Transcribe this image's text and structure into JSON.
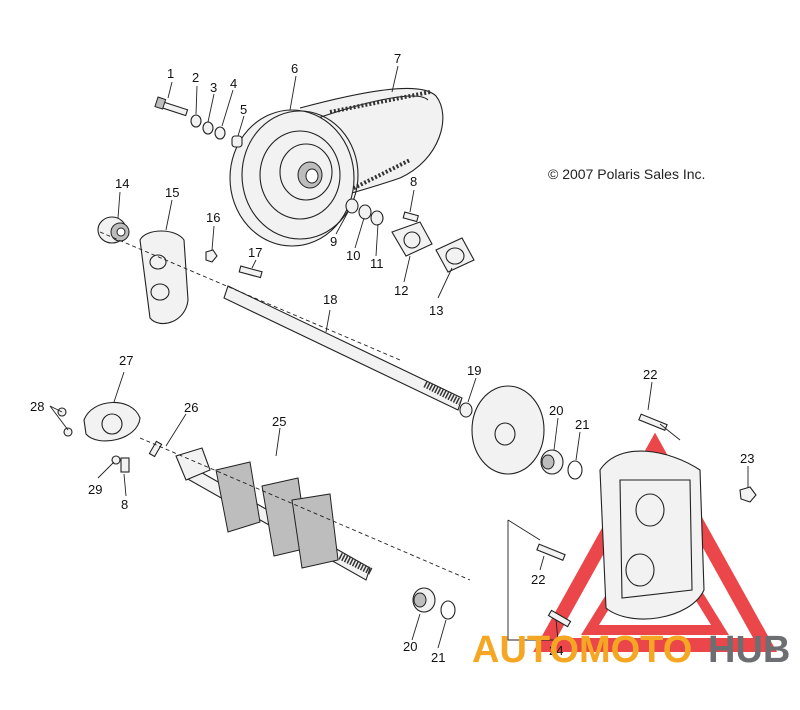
{
  "copyright": "© 2007 Polaris Sales Inc.",
  "watermark": {
    "text_orange": "AUTOMOTO",
    "text_gray": "HUB",
    "color_red": "#e8262b",
    "color_orange": "#f5a623",
    "color_gray": "#6d6e71"
  },
  "callouts": {
    "c1": "1",
    "c2": "2",
    "c3": "3",
    "c4": "4",
    "c5": "5",
    "c6": "6",
    "c7": "7",
    "c8a": "8",
    "c8b": "8",
    "c9": "9",
    "c10": "10",
    "c11": "11",
    "c12": "12",
    "c13": "13",
    "c14": "14",
    "c15": "15",
    "c16": "16",
    "c17": "17",
    "c18": "18",
    "c19": "19",
    "c20a": "20",
    "c20b": "20",
    "c21a": "21",
    "c21b": "21",
    "c22a": "22",
    "c22b": "22",
    "c23": "23",
    "c24": "24",
    "c25": "25",
    "c26": "26",
    "c27": "27",
    "c28": "28",
    "c29": "29"
  }
}
